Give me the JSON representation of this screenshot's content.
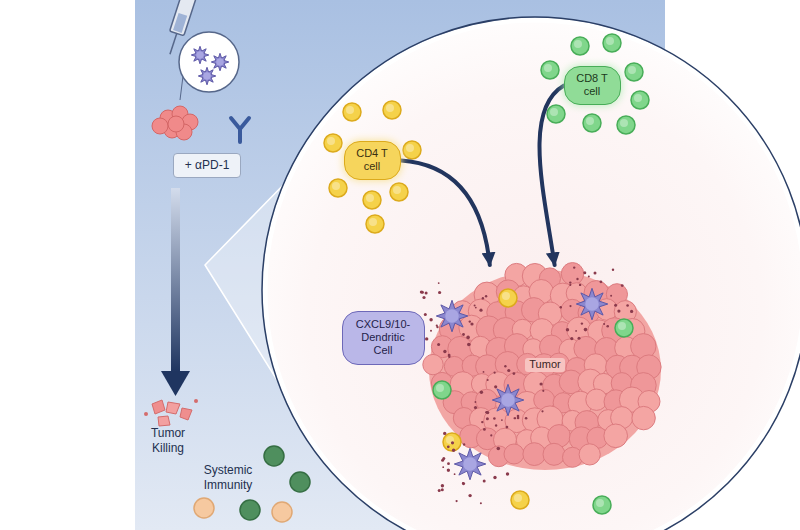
{
  "diagram": {
    "nodes": [
      {
        "text": [
          "+ αPD-1"
        ]
      },
      {
        "text": [
          "CD4 T cell"
        ]
      },
      {
        "text": [
          "CD8 T cell"
        ]
      },
      {
        "text": [
          "CXCL9/10- Dendritic Cell"
        ]
      },
      {
        "text": [
          "Tumor"
        ]
      }
    ],
    "edges": [
      {
        "from": 1,
        "to": 4,
        "arrow": "to"
      },
      {
        "from": 2,
        "to": 4,
        "arrow": "to"
      }
    ],
    "labels": [
      "Tumor Killing",
      "Systemic Immunity"
    ]
  }
}
